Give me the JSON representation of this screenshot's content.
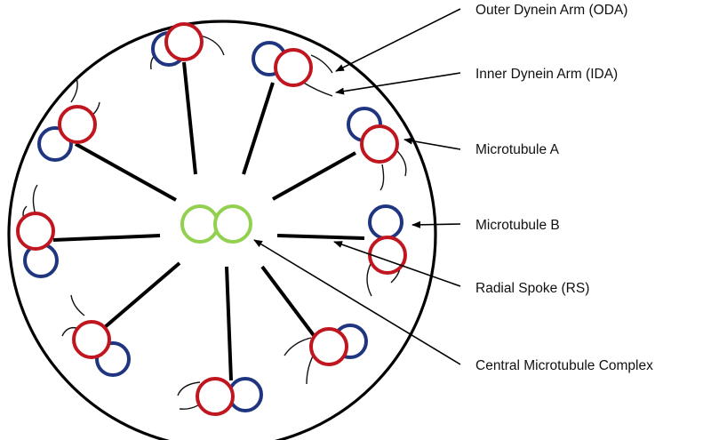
{
  "labels": {
    "oda": "Outer Dynein Arm (ODA)",
    "ida": "Inner Dynein Arm (IDA)",
    "microtubule_a": "Microtubule A",
    "microtubule_b": "Microtubule B",
    "radial_spoke": "Radial Spoke (RS)",
    "central_complex": "Central Microtubule Complex"
  },
  "colors": {
    "outline": "#000000",
    "microtubule_a": "#c0161f",
    "microtubule_b": "#1f3580",
    "central_pair": "#92d050",
    "text": "#111111"
  }
}
